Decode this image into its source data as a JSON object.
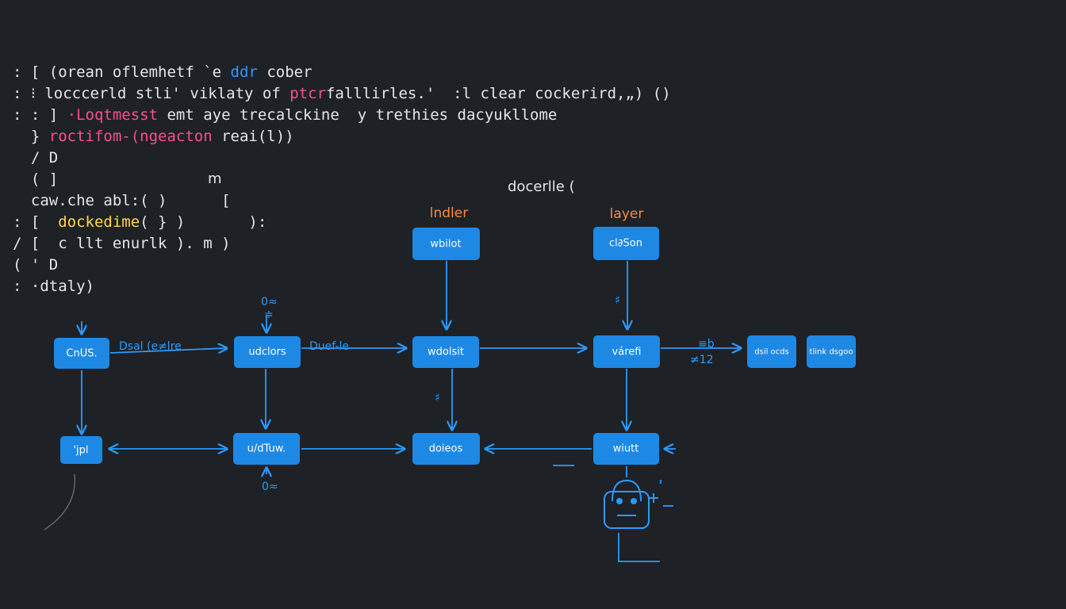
{
  "code_lines": [
    {
      "parts": [
        {
          "t": ": [ (orean oflemhetf `e ",
          "c": ""
        },
        {
          "t": "ddr",
          "c": "blue"
        },
        {
          "t": " cober",
          "c": ""
        }
      ]
    },
    {
      "parts": [
        {
          "t": ": ⁝ locccerld stli' viklaty of ",
          "c": ""
        },
        {
          "t": "ptcr",
          "c": "pink"
        },
        {
          "t": "falllirles.'  :l clear cockerird,„) ()",
          "c": ""
        }
      ]
    },
    {
      "parts": [
        {
          "t": ": : ] ",
          "c": ""
        },
        {
          "t": "·Loqtmesst",
          "c": "pink"
        },
        {
          "t": " emt ayе trecalckine  y trethies dacyukllome",
          "c": ""
        }
      ]
    },
    {
      "parts": [
        {
          "t": "  } ",
          "c": ""
        },
        {
          "t": "roctifom-(ngeacton",
          "c": "pink"
        },
        {
          "t": " reai(l))",
          "c": ""
        }
      ]
    },
    {
      "parts": [
        {
          "t": "  / D",
          "c": ""
        }
      ]
    },
    {
      "parts": [
        {
          "t": "  ( ]",
          "c": ""
        }
      ]
    },
    {
      "parts": [
        {
          "t": "  caw.che abl:( )      [",
          "c": ""
        }
      ]
    },
    {
      "parts": [
        {
          "t": ": [  ",
          "c": ""
        },
        {
          "t": "dockedime",
          "c": "yellow"
        },
        {
          "t": "( } )       ):",
          "c": ""
        }
      ]
    },
    {
      "parts": [
        {
          "t": "/ [  c llt enurlk ). m )",
          "c": ""
        }
      ]
    },
    {
      "parts": [
        {
          "t": "( ' D",
          "c": ""
        }
      ]
    },
    {
      "parts": [
        {
          "t": ": ·dtaly)",
          "c": ""
        }
      ]
    }
  ],
  "floating_text": {
    "m_label": "m",
    "docerlle": "docerlle (",
    "header_lndler": "lndler",
    "header_layer": "layer"
  },
  "nodes": [
    {
      "id": "n_cnus",
      "label": "CnUS."
    },
    {
      "id": "n_udclors",
      "label": "udclors"
    },
    {
      "id": "n_wdolsit",
      "label": "wdolsit"
    },
    {
      "id": "n_varefi",
      "label": "várefi"
    },
    {
      "id": "n_dsil",
      "label": "dsil ocds"
    },
    {
      "id": "n_tlink",
      "label": "tlink dsgoo"
    },
    {
      "id": "n_wbilot",
      "label": "wbilot"
    },
    {
      "id": "n_clason",
      "label": "cl∂Son"
    },
    {
      "id": "n_jpl",
      "label": "'jpl"
    },
    {
      "id": "n_udtuw",
      "label": "u/dTuw."
    },
    {
      "id": "n_doieos",
      "label": "doieos"
    },
    {
      "id": "n_wiutt",
      "label": "wiutt"
    }
  ],
  "edge_labels": {
    "e1": "Dsal (e≠lre",
    "e2": "Duef-le",
    "e3_top": "≡b",
    "e3_bot": "≠12",
    "e4": "0≈",
    "e4b": "≑",
    "e5": "♯",
    "e6": "♯",
    "e7": "0≈"
  },
  "colors": {
    "background": "#1e2126",
    "node_fill": "#1e88e5",
    "edge": "#2b9bff",
    "text": "#e4e6ea"
  },
  "icons": [
    "robot-icon"
  ]
}
